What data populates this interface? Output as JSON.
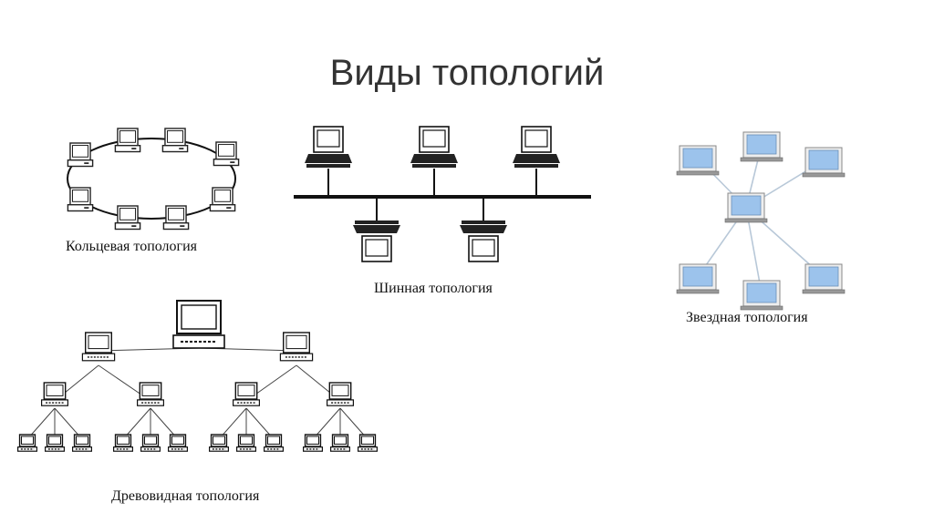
{
  "title": "Виды топологий",
  "captions": {
    "ring": "Кольцевая топология",
    "bus": "Шинная топология",
    "star": "Звездная топология",
    "tree": "Древовидная топология"
  },
  "colors": {
    "text": "#333333",
    "star_screen": "#9cc3ec",
    "star_link": "#b8c8d8"
  }
}
